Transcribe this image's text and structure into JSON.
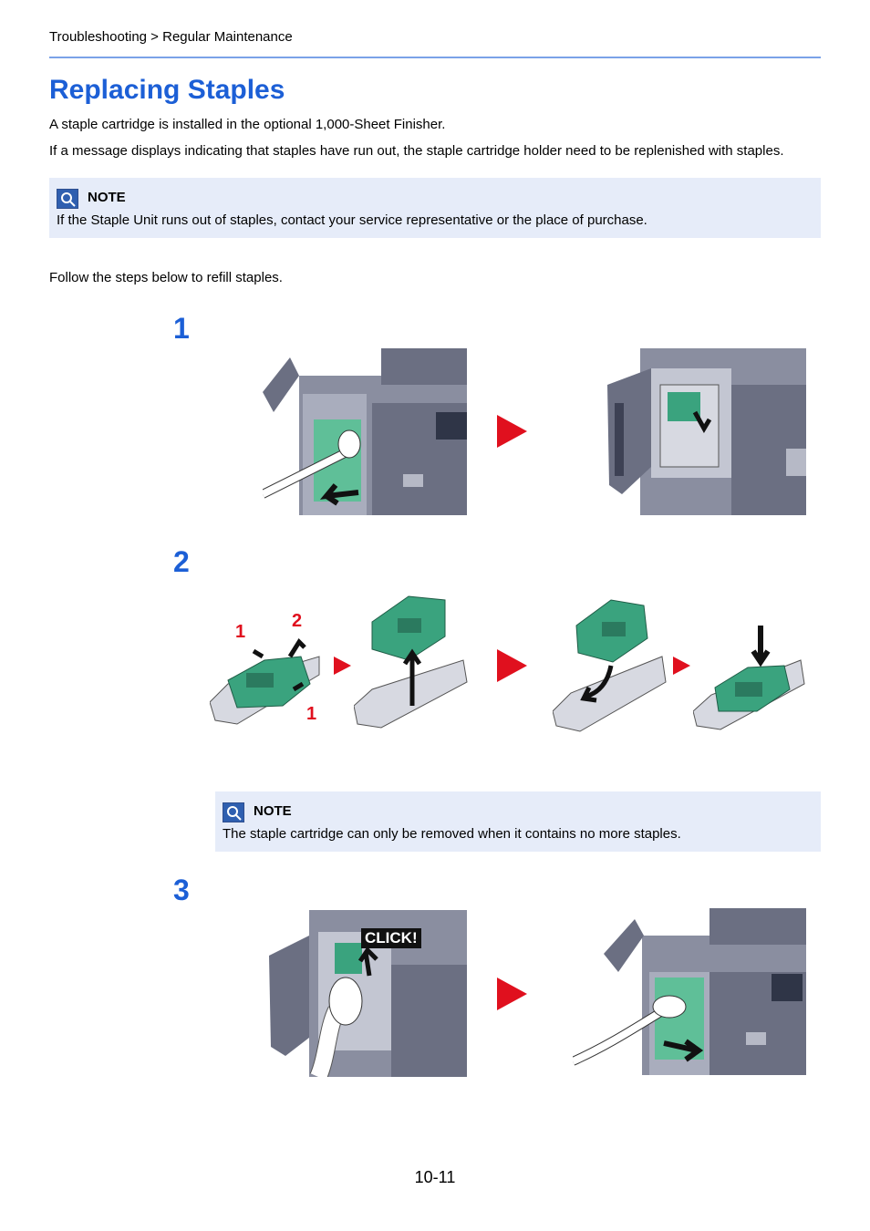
{
  "breadcrumb": "Troubleshooting > Regular Maintenance",
  "title": "Replacing Staples",
  "intro": [
    "A staple cartridge is installed in the optional 1,000-Sheet Finisher.",
    "If a message displays indicating that staples have run out, the staple cartridge holder need to be replenished with staples."
  ],
  "note1": {
    "heading": "NOTE",
    "text": "If the Staple Unit runs out of staples, contact your service representative or the place of purchase."
  },
  "follow": "Follow the steps below to refill staples.",
  "steps": [
    "1",
    "2",
    "3"
  ],
  "step2_labels": {
    "a": "1",
    "b": "2",
    "c": "1"
  },
  "note2": {
    "heading": "NOTE",
    "text": "The staple cartridge can only be removed when it contains no more staples."
  },
  "click_label": "CLICK!",
  "page_number": "10-11",
  "colors": {
    "title": "#1c5fd6",
    "rule": "#7aa2e8",
    "note_bg": "#e6ecf9",
    "arrow": "#e0101e",
    "machine": "#6b6f82",
    "cartridge": "#3aa37e"
  }
}
